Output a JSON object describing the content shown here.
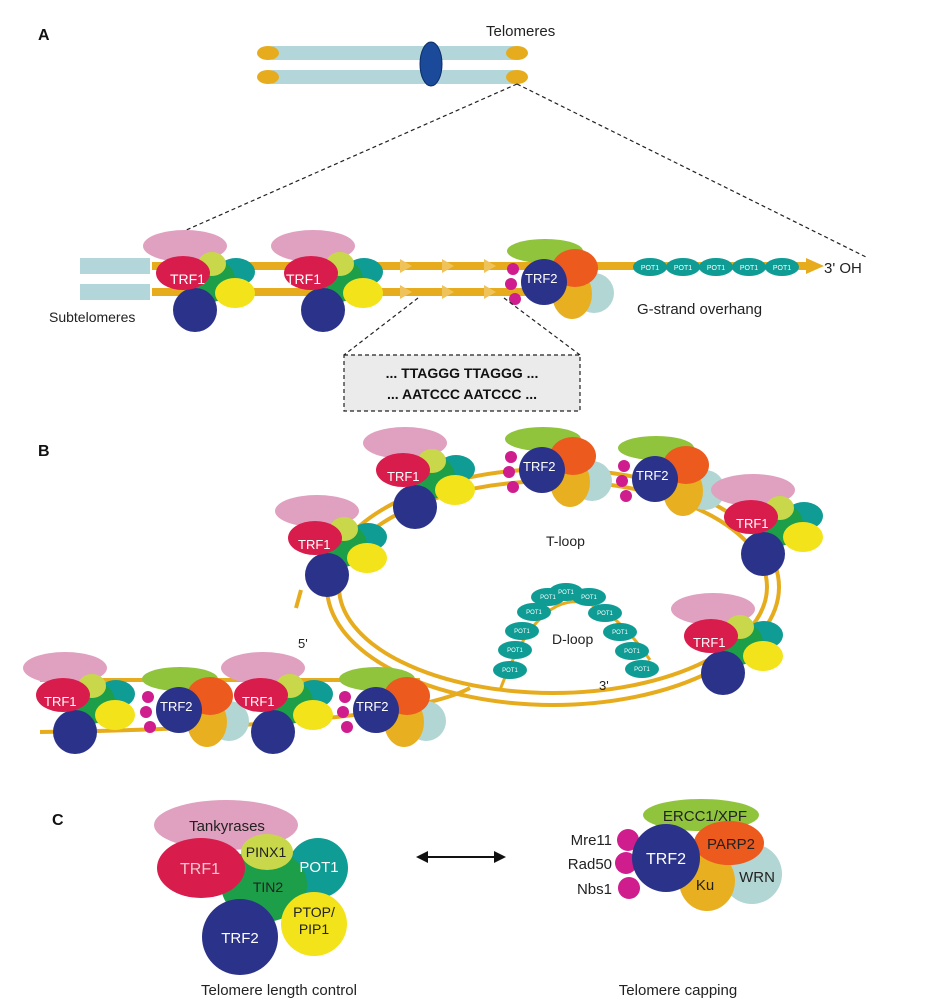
{
  "panels": {
    "a": "A",
    "b": "B",
    "c": "C"
  },
  "panel_a": {
    "telomeres_label": "Telomeres",
    "subtelomeres_label": "Subtelomeres",
    "trf1": "TRF1",
    "trf2": "TRF2",
    "pot1": "POT1",
    "three_oh": "3' OH",
    "overhang_label": "G-strand overhang",
    "seq_top": "... TTAGGG  TTAGGG ...",
    "seq_bottom": "... AATCCC  AATCCC ..."
  },
  "panel_b": {
    "trf1": "TRF1",
    "trf2": "TRF2",
    "pot1": "POT1",
    "tloop_label": "T-loop",
    "dloop_label": "D-loop",
    "five_prime": "5'",
    "three_prime": "3'"
  },
  "panel_c": {
    "left": {
      "tankyrases": "Tankyrases",
      "trf1": "TRF1",
      "pinx1": "PINX1",
      "pot1": "POT1",
      "tin2": "TIN2",
      "trf2": "TRF2",
      "ptop_line1": "PTOP/",
      "ptop_line2": "PIP1",
      "caption": "Telomere length control"
    },
    "right": {
      "ercc1": "ERCC1/XPF",
      "mre11": "Mre11",
      "rad50": "Rad50",
      "nbs1": "Nbs1",
      "trf2": "TRF2",
      "parp2": "PARP2",
      "ku": "Ku",
      "wrn": "WRN",
      "caption": "Telomere capping"
    }
  },
  "colors": {
    "strand": "#e6ac1e",
    "chromosome_arm": "#b3d6da",
    "centromere": "#1b4a9a",
    "tankyrase": "#e0a0bf",
    "trf1": "#d81c4c",
    "pinx1": "#c8d84a",
    "tin2": "#1d9e48",
    "pot1": "#0e9c95",
    "ptop": "#f3e31a",
    "trf2": "#2b3289",
    "mrn": "#cf1d8e",
    "ercc1": "#8fc43c",
    "parp2": "#ec5a1d",
    "ku": "#e8b020",
    "wrn": "#b2d6d3"
  }
}
